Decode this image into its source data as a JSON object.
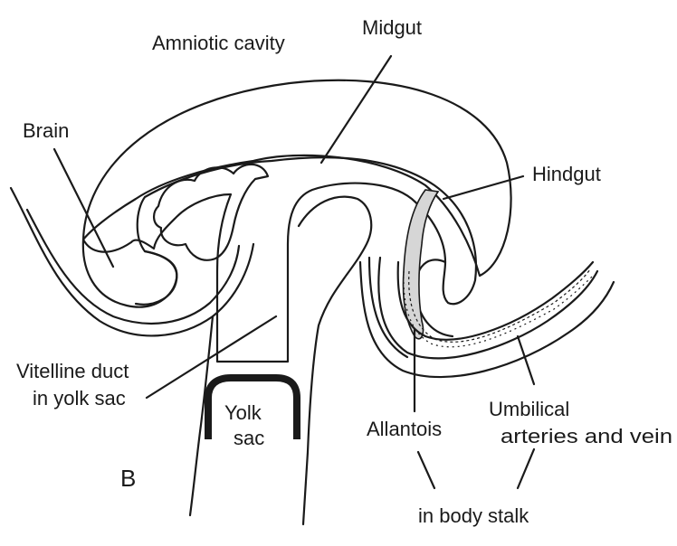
{
  "labels": {
    "amniotic_cavity": "Amniotic cavity",
    "midgut": "Midgut",
    "brain": "Brain",
    "hindgut": "Hindgut",
    "vitelline_duct_line1": "Vitelline duct",
    "vitelline_duct_line2": "in yolk sac",
    "yolk_line1": "Yolk",
    "yolk_line2": "sac",
    "allantois": "Allantois",
    "umbilical_line1": "Umbilical",
    "umbilical_line2": "arteries and vein",
    "body_stalk": "in body stalk",
    "panel_letter": "B"
  },
  "colors": {
    "amnion_fill": "#e3e3e3",
    "gut_fill": "#b9b9b9",
    "background": "#ffffff",
    "yolk_sac_wall": "#1a1a1a"
  }
}
